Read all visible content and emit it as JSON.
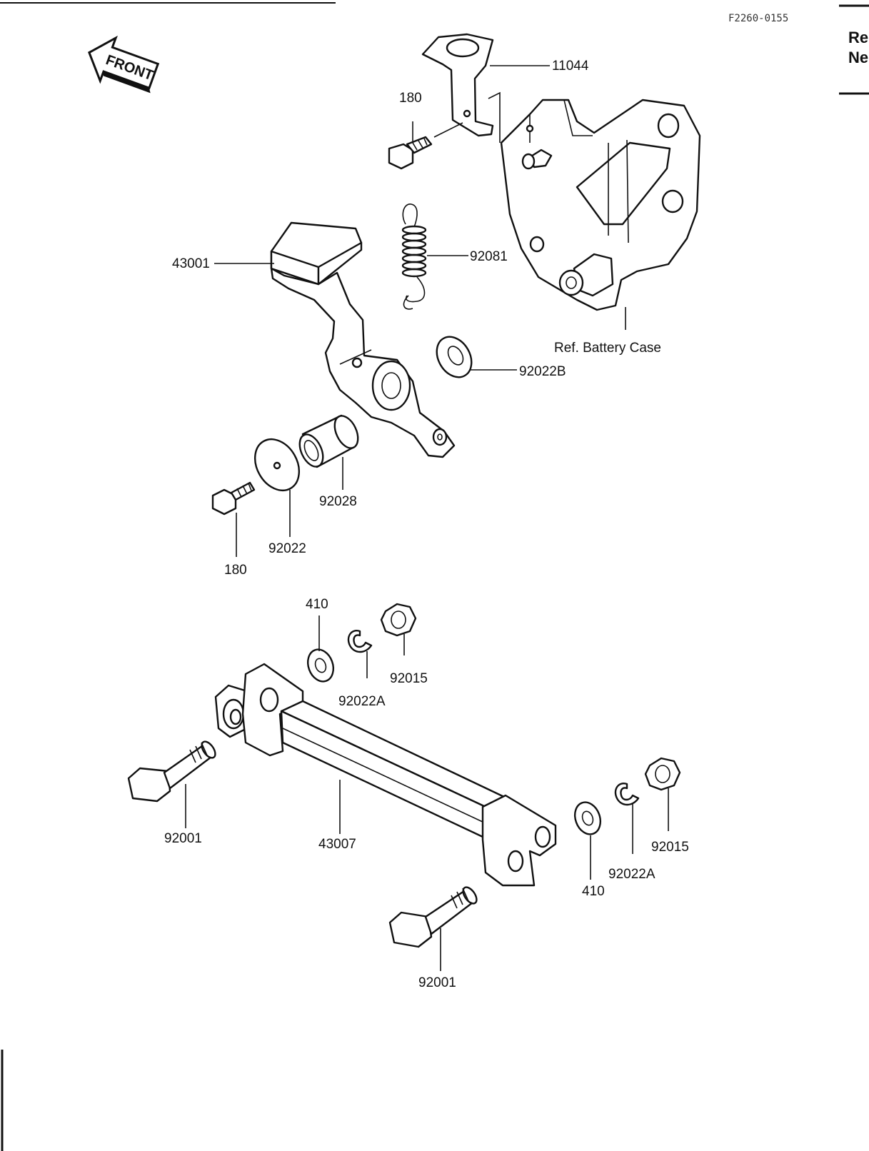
{
  "diagram": {
    "ref_code": "F2260-0155",
    "front_label": "FRONT",
    "side_text": [
      "Re",
      "Ne"
    ],
    "callouts": {
      "c11044": "11044",
      "c180_top": "180",
      "c92081": "92081",
      "c43001": "43001",
      "c92022B": "92022B",
      "battery_case": "Ref. Battery Case",
      "c92028": "92028",
      "c92022": "92022",
      "c180_bottom": "180",
      "c410_top": "410",
      "c92015_top": "92015",
      "c92022A_top": "92022A",
      "c92001_left": "92001",
      "c43007": "43007",
      "c410_right": "410",
      "c92022A_right": "92022A",
      "c92015_right": "92015",
      "c92001_bottom": "92001"
    }
  }
}
